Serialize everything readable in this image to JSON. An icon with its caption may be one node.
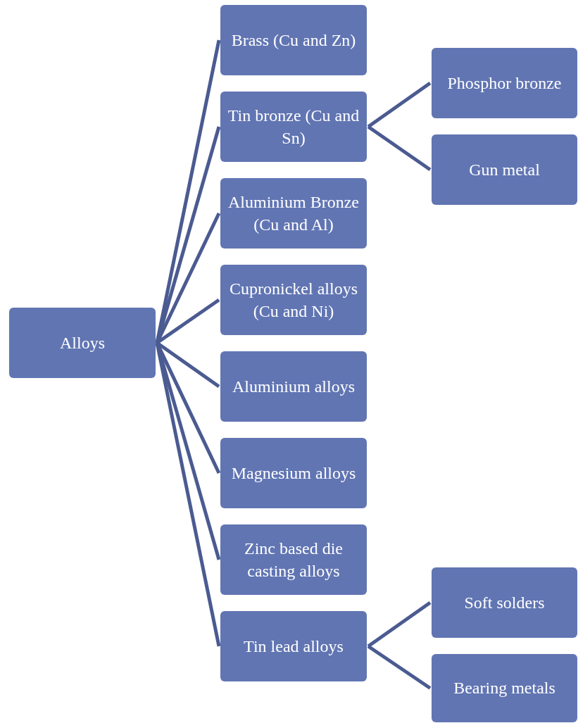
{
  "diagram": {
    "nodes": [
      {
        "text": [
          "Alloys"
        ]
      },
      {
        "text": [
          "Brass (Cu and Zn)"
        ]
      },
      {
        "text": [
          "Tin bronze (Cu and Sn)"
        ]
      },
      {
        "text": [
          "Aluminium Bronze (Cu and Al)"
        ]
      },
      {
        "text": [
          "Cupronickel alloys (Cu  and Ni)"
        ]
      },
      {
        "text": [
          "Aluminium alloys"
        ]
      },
      {
        "text": [
          "Magnesium alloys"
        ]
      },
      {
        "text": [
          "Zinc based die casting alloys"
        ]
      },
      {
        "text": [
          "Tin lead alloys"
        ]
      },
      {
        "text": [
          "Phosphor bronze"
        ]
      },
      {
        "text": [
          "Gun metal"
        ]
      },
      {
        "text": [
          "Soft solders"
        ]
      },
      {
        "text": [
          "Bearing metals"
        ]
      }
    ],
    "edges": [
      {
        "from": 0,
        "to": 1,
        "arrow": "none"
      },
      {
        "from": 0,
        "to": 2,
        "arrow": "none"
      },
      {
        "from": 0,
        "to": 3,
        "arrow": "none"
      },
      {
        "from": 0,
        "to": 4,
        "arrow": "none"
      },
      {
        "from": 0,
        "to": 5,
        "arrow": "none"
      },
      {
        "from": 0,
        "to": 6,
        "arrow": "none"
      },
      {
        "from": 0,
        "to": 7,
        "arrow": "none"
      },
      {
        "from": 0,
        "to": 8,
        "arrow": "none"
      },
      {
        "from": 2,
        "to": 9,
        "arrow": "none"
      },
      {
        "from": 2,
        "to": 10,
        "arrow": "none"
      },
      {
        "from": 8,
        "to": 11,
        "arrow": "none"
      },
      {
        "from": 8,
        "to": 12,
        "arrow": "none"
      }
    ]
  }
}
